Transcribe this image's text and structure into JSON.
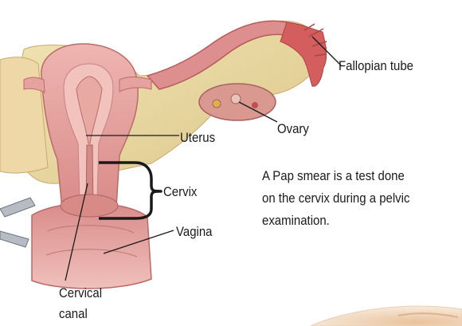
{
  "labels": {
    "fallopian_tube": "Fallopian tube",
    "ovary": "Ovary",
    "uterus": "Uterus",
    "cervix": "Cervix",
    "vagina": "Vagina",
    "cervical_canal_line1": "Cervical",
    "cervical_canal_line2": "canal"
  },
  "caption": {
    "line1": "A Pap smear is a test done",
    "line2": "on the cervix during a pelvic",
    "line3": "examination."
  },
  "colors": {
    "tissue_pink": "#e8a2a2",
    "tissue_dark": "#c86c6c",
    "fat_yellow": "#e9d9a2",
    "tube_red": "#d85a5a",
    "leader_line": "#1a1a1a"
  },
  "icons": {
    "anatomy": "uterus-anatomy-illustration",
    "hand": "hand-illustration"
  }
}
